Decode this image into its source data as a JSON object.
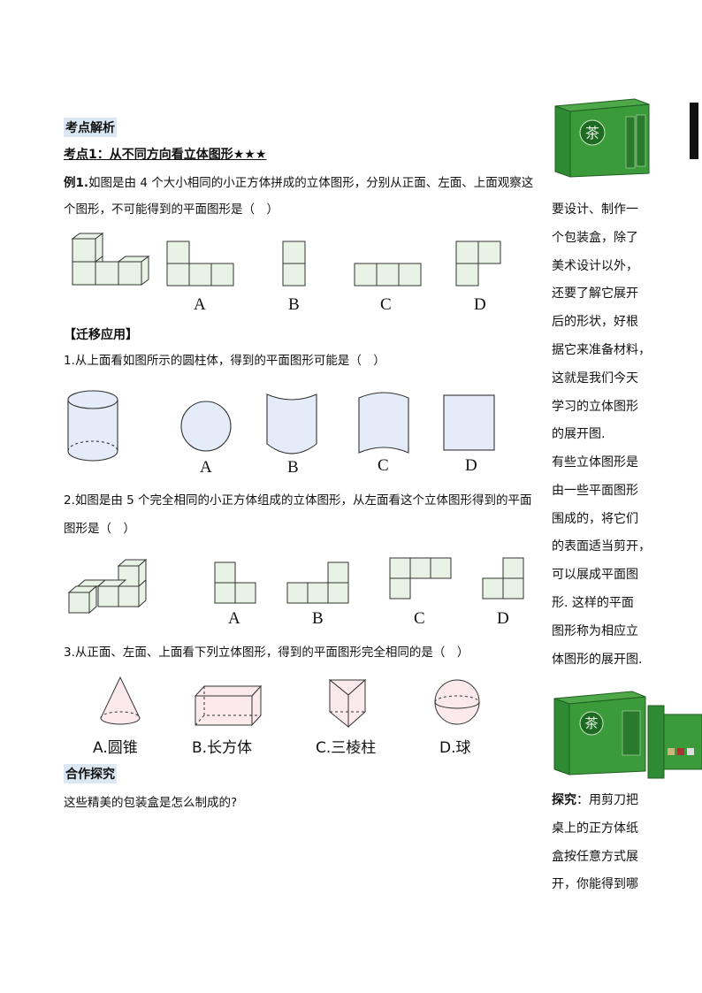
{
  "sections": {
    "analysis_title": "考点解析",
    "point1_title": "考点1：从不同方向看立体图形★★★",
    "transfer_title": "【迁移应用】",
    "cooperation_title": "合作探究"
  },
  "example1": {
    "label": "例1.",
    "line1": "如图是由 4 个大小相同的小正方体拼成的立体图形，分别从正面、左面、上面观察这",
    "line2": "个图形，不可能得到的平面图形是（　）",
    "options": [
      "A",
      "B",
      "C",
      "D"
    ]
  },
  "q1": {
    "text": "1.从上面看如图所示的圆柱体，得到的平面图形可能是（　）",
    "options": [
      "A",
      "B",
      "C",
      "D"
    ]
  },
  "q2": {
    "line1": "2.如图是由 5 个完全相同的小正方体组成的立体图形，从左面看这个立体图形得到的平面",
    "line2": "图形是（　）",
    "options": [
      "A",
      "B",
      "C",
      "D"
    ]
  },
  "q3": {
    "text": "3.从正面、左面、上面看下列立体图形，得到的平面图形完全相同的是（　）",
    "options": [
      "A.圆锥",
      "B.长方体",
      "C.三棱柱",
      "D.球"
    ]
  },
  "cooperation_question": "这些精美的包装盒是怎么制成的?",
  "sidebar": {
    "para1": [
      "要设计、制作一",
      "个包装盒，除了",
      "美术设计以外，",
      "还要了解它展开",
      "后的形状，好根",
      "据它来准备材料，",
      "这就是我们今天",
      "学习的立体图形",
      "的展开图."
    ],
    "para2": [
      "有些立体图形是",
      "由一些平面图形",
      "围成的，将它们",
      "的表面适当剪开，",
      "可以展成平面图",
      "形. 这样的平面",
      "图形称为相应立",
      "体图形的展开图."
    ],
    "explore_label": "探究",
    "explore_lines": [
      "：用剪刀把",
      "桌上的正方体纸",
      "盒按任意方式展",
      "开，你能得到哪"
    ],
    "box_logo_char": "茶"
  },
  "colors": {
    "section_highlight": "#dbe7f3",
    "cube_fill": "#e8f3e6",
    "cylinder_fill": "#e3ecf8",
    "cone_fill": "#fbe9ec",
    "box_green": "#2f8a34"
  }
}
